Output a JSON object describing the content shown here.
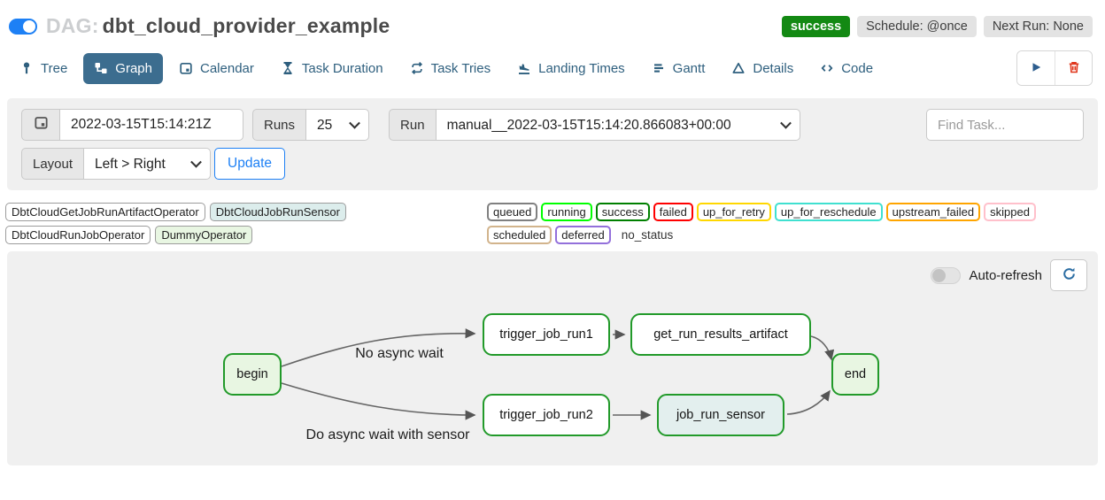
{
  "colors": {
    "accent_blue": "#1d80f5",
    "tab_active_bg": "#3c6d8f",
    "header_success_badge": "#138913",
    "node_border_green": "#229a2a",
    "panel_gray": "#f0f0f0",
    "play_blue": "#2d5d8e",
    "trash_red": "#e0351b",
    "refresh_blue": "#2b6da3"
  },
  "header": {
    "toggle_on": true,
    "dag_prefix": "DAG:",
    "dag_name": "dbt_cloud_provider_example",
    "status_badge": "success",
    "schedule_badge": "Schedule: @once",
    "next_run_badge": "Next Run: None"
  },
  "tabs": [
    {
      "label": "Tree",
      "icon": "tree-icon",
      "active": false
    },
    {
      "label": "Graph",
      "icon": "graph-icon",
      "active": true
    },
    {
      "label": "Calendar",
      "icon": "calendar-icon",
      "active": false
    },
    {
      "label": "Task Duration",
      "icon": "hourglass-icon",
      "active": false
    },
    {
      "label": "Task Tries",
      "icon": "repeat-icon",
      "active": false
    },
    {
      "label": "Landing Times",
      "icon": "plane-landing-icon",
      "active": false
    },
    {
      "label": "Gantt",
      "icon": "gantt-icon",
      "active": false
    },
    {
      "label": "Details",
      "icon": "triangle-icon",
      "active": false
    },
    {
      "label": "Code",
      "icon": "code-icon",
      "active": false
    }
  ],
  "filterbar": {
    "base_date_value": "2022-03-15T15:14:21Z",
    "runs_label": "Runs",
    "runs_value": "25",
    "run_label": "Run",
    "run_value": "manual__2022-03-15T15:14:20.866083+00:00",
    "find_task_placeholder": "Find Task...",
    "layout_label": "Layout",
    "layout_value": "Left > Right",
    "update_button": "Update"
  },
  "legend": {
    "operators": [
      {
        "label": "DbtCloudGetJobRunArtifactOperator",
        "fill": "#ffffff"
      },
      {
        "label": "DbtCloudJobRunSensor",
        "fill": "#dcedec"
      },
      {
        "label": "DbtCloudRunJobOperator",
        "fill": "#ffffff"
      },
      {
        "label": "DummyOperator",
        "fill": "#e8f6e2"
      }
    ],
    "statuses": [
      {
        "label": "queued",
        "color": "#808080"
      },
      {
        "label": "running",
        "color": "#00ff00"
      },
      {
        "label": "success",
        "color": "#008000"
      },
      {
        "label": "failed",
        "color": "#ff0000"
      },
      {
        "label": "up_for_retry",
        "color": "#ffd700"
      },
      {
        "label": "up_for_reschedule",
        "color": "#40e0d0"
      },
      {
        "label": "upstream_failed",
        "color": "#ffa500"
      },
      {
        "label": "skipped",
        "color": "#ffc0cb"
      },
      {
        "label": "scheduled",
        "color": "#d2b48c"
      },
      {
        "label": "deferred",
        "color": "#9370db"
      }
    ],
    "no_status_label": "no_status"
  },
  "graph_panel": {
    "auto_refresh_label": "Auto-refresh",
    "auto_refresh_on": false,
    "nodes": [
      {
        "id": "begin",
        "label": "begin",
        "fill": "#e8f6e2"
      },
      {
        "id": "trigger_job_run1",
        "label": "trigger_job_run1",
        "fill": "#ffffff"
      },
      {
        "id": "get_run_results_artifact",
        "label": "get_run_results_artifact",
        "fill": "#ffffff"
      },
      {
        "id": "end",
        "label": "end",
        "fill": "#e8f6e2"
      },
      {
        "id": "trigger_job_run2",
        "label": "trigger_job_run2",
        "fill": "#ffffff"
      },
      {
        "id": "job_run_sensor",
        "label": "job_run_sensor",
        "fill": "#e3efee"
      }
    ],
    "edge_labels": [
      "No async wait",
      "Do async wait with sensor"
    ]
  }
}
